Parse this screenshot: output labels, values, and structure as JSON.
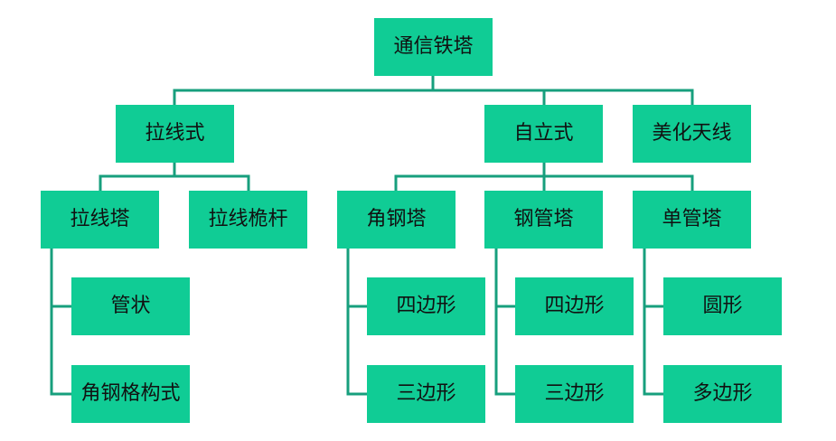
{
  "diagram": {
    "root": "通信铁塔",
    "level1": {
      "guyed": "拉线式",
      "self_supporting": "自立式",
      "beautified_antenna": "美化天线"
    },
    "guyed_children": {
      "guyed_tower": "拉线塔",
      "guyed_mast": "拉线桅杆"
    },
    "guyed_tower_children": {
      "tubular": "管状",
      "angle_steel_lattice": "角钢格构式"
    },
    "self_supporting_children": {
      "angle_steel_tower": "角钢塔",
      "steel_tube_tower": "钢管塔",
      "single_tube_tower": "单管塔"
    },
    "angle_steel_tower_children": {
      "quadrilateral": "四边形",
      "triangular": "三边形"
    },
    "steel_tube_tower_children": {
      "quadrilateral": "四边形",
      "triangular": "三边形"
    },
    "single_tube_tower_children": {
      "round": "圆形",
      "polygonal": "多边形"
    },
    "colors": {
      "node_fill": "#10cc95",
      "connector": "#179f7d",
      "text": "#111111"
    }
  }
}
